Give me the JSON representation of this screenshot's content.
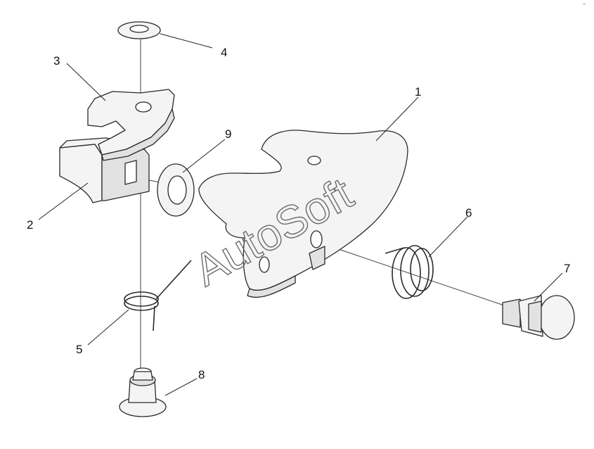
{
  "callouts": {
    "c1": "1",
    "c2": "2",
    "c3": "3",
    "c4": "4",
    "c5": "5",
    "c6": "6",
    "c7": "7",
    "c8": "8",
    "c9": "9"
  },
  "watermark": "AutoSoft",
  "corner_mark": "′″",
  "colors": {
    "line": "#2a2a2a",
    "fill": "#f4f4f4",
    "watermark": "#6a6a6a"
  }
}
